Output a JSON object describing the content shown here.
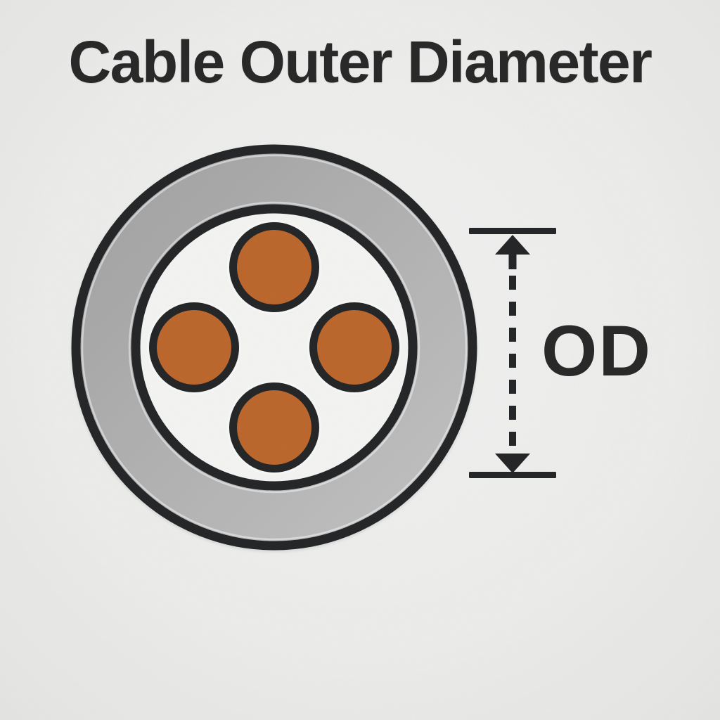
{
  "diagram": {
    "title": "Cable Outer Diameter",
    "od_label": "OD",
    "conductor_count": 4,
    "colors": {
      "background": "#f1f1f0",
      "outline": "#26282a",
      "jacket_gray_dark": "#a4a4a4",
      "jacket_gray_light": "#c7c7c7",
      "inner_white": "#f8f8f7",
      "conductor_orange": "#c06a30",
      "text_dark": "#2b2b2b"
    }
  }
}
